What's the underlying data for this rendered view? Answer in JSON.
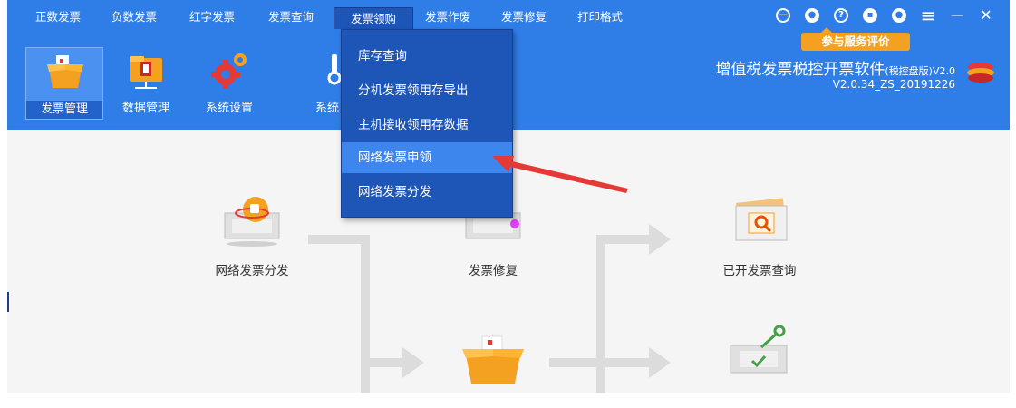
{
  "menu": {
    "items": [
      {
        "label": "正数发票"
      },
      {
        "label": "负数发票"
      },
      {
        "label": "红字发票"
      },
      {
        "label": "发票查询"
      },
      {
        "label": "发票领购"
      },
      {
        "label": "发票作废"
      },
      {
        "label": "发票修复"
      },
      {
        "label": "打印格式"
      }
    ],
    "active": "发票领购"
  },
  "window_controls": {
    "icons": [
      "minus-circle-icon",
      "feedback-icon",
      "help-icon",
      "lock-icon",
      "user-icon",
      "menu-icon",
      "minimize-icon",
      "close-icon"
    ],
    "menu_glyph": "≡",
    "minimize_glyph": "—",
    "close_glyph": "✕",
    "help_glyph": "?"
  },
  "rating_badge": "参与服务评价",
  "app": {
    "title": "增值税发票税控开票软件",
    "title_note": "(税控盘版)",
    "title_version": "V2.0",
    "build": "V2.0.34_ZS_20191226"
  },
  "toolbar": {
    "items": [
      {
        "label": "发票管理",
        "icon": "invoice-box-icon"
      },
      {
        "label": "数据管理",
        "icon": "folder-data-icon"
      },
      {
        "label": "系统设置",
        "icon": "gear-icon"
      },
      {
        "label": "系统",
        "icon": "wrench-icon"
      }
    ],
    "active": "发票管理"
  },
  "dropdown": {
    "items": [
      {
        "label": "库存查询"
      },
      {
        "label": "分机发票领用存导出"
      },
      {
        "label": "主机接收领用存数据"
      },
      {
        "label": "网络发票申领"
      },
      {
        "label": "网络发票分发"
      }
    ],
    "hovered": "网络发票申领"
  },
  "flow": {
    "nodes": [
      {
        "label": "网络发票分发",
        "icon": "network-distribute-icon"
      },
      {
        "label": "发票修复",
        "icon": "invoice-repair-icon"
      },
      {
        "label": "已开发票查询",
        "icon": "invoice-search-icon"
      },
      {
        "label": "",
        "icon": "invoice-box-icon"
      },
      {
        "label": "",
        "icon": "invoice-void-icon"
      }
    ]
  },
  "colors": {
    "header": "#2f7ee8",
    "menu_active": "#1e56b8",
    "dropdown_hover": "#3d86ee",
    "badge": "#f4a020",
    "arrow": "#e53935"
  }
}
